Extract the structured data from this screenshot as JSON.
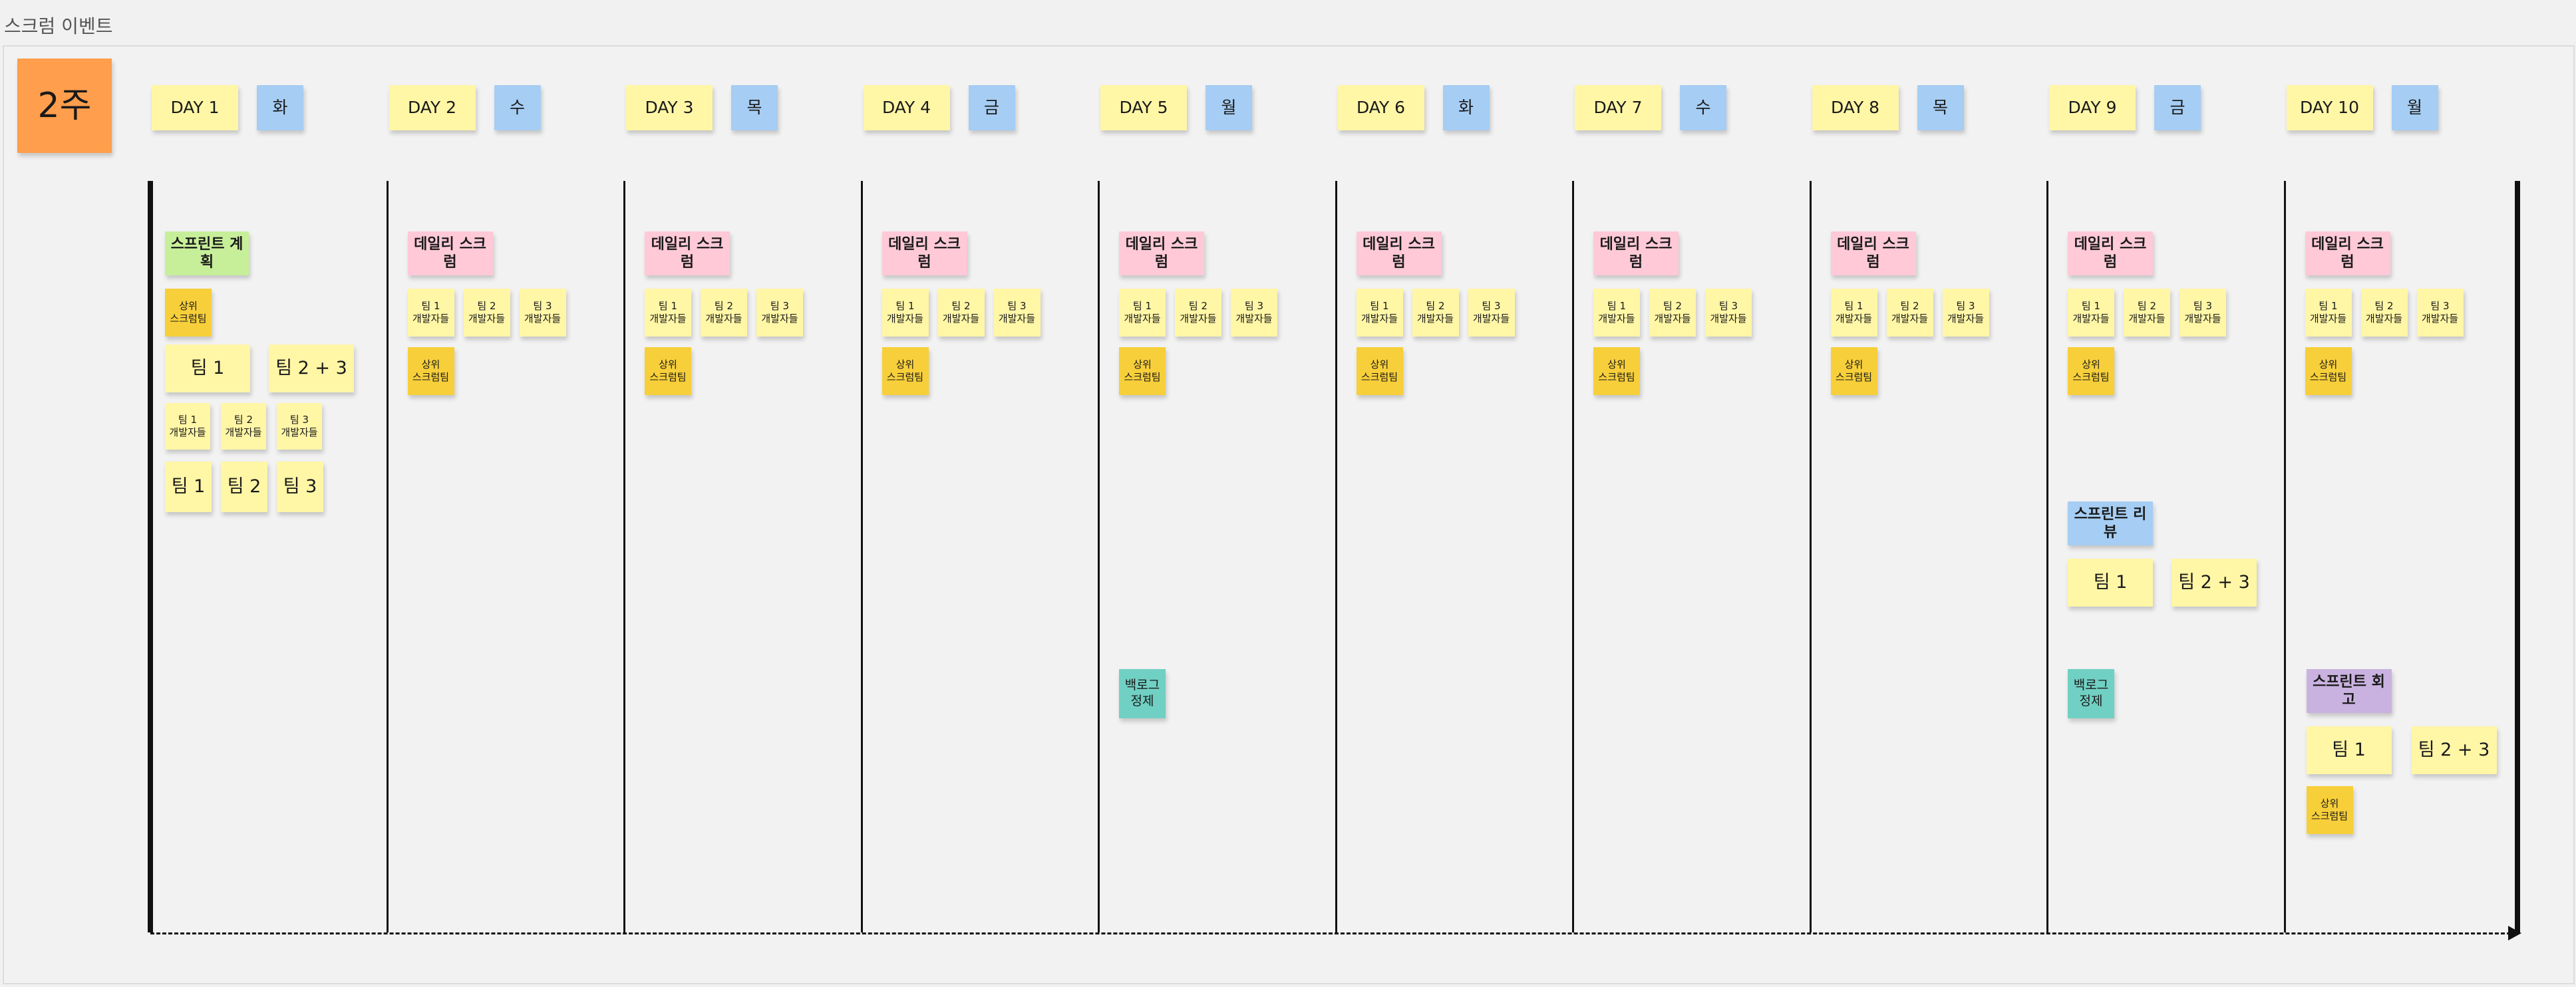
{
  "title": "스크럼 이벤트",
  "sprint_length": "2주",
  "days": [
    {
      "day": "DAY 1",
      "dow": "화"
    },
    {
      "day": "DAY 2",
      "dow": "수"
    },
    {
      "day": "DAY 3",
      "dow": "목"
    },
    {
      "day": "DAY 4",
      "dow": "금"
    },
    {
      "day": "DAY 5",
      "dow": "월"
    },
    {
      "day": "DAY 6",
      "dow": "화"
    },
    {
      "day": "DAY 7",
      "dow": "수"
    },
    {
      "day": "DAY 8",
      "dow": "목"
    },
    {
      "day": "DAY 9",
      "dow": "금"
    },
    {
      "day": "DAY 10",
      "dow": "월"
    }
  ],
  "events": {
    "sprint_planning": "스프린트 계획",
    "daily_scrum": "데일리 스크럼",
    "sprint_review": "스프린트 리뷰",
    "sprint_retro": "스프린트 회고",
    "backlog_refinement": "백로그\n정제"
  },
  "participants": {
    "upper_scrum_team": "상위\n스크럼팀",
    "team1": "팀 1",
    "team2": "팀 2",
    "team3": "팀 3",
    "team23": "팀 2 + 3",
    "team1_devs": "팀 1\n개발자들",
    "team2_devs": "팀 2\n개발자들",
    "team3_devs": "팀 3\n개발자들"
  },
  "colors": {
    "day_note": "#fff6a6",
    "weekday_note": "#a6cdf3",
    "sprint_length_note": "#ff9e4c",
    "upper_scrum_team_note": "#f7cf3a",
    "daily_scrum_note": "#ffc9d8",
    "sprint_planning_note": "#c7ef9a",
    "backlog_refinement_note": "#70d0c3",
    "sprint_retro_note": "#c9b2df",
    "sprint_review_note": "#a6cdf3"
  }
}
